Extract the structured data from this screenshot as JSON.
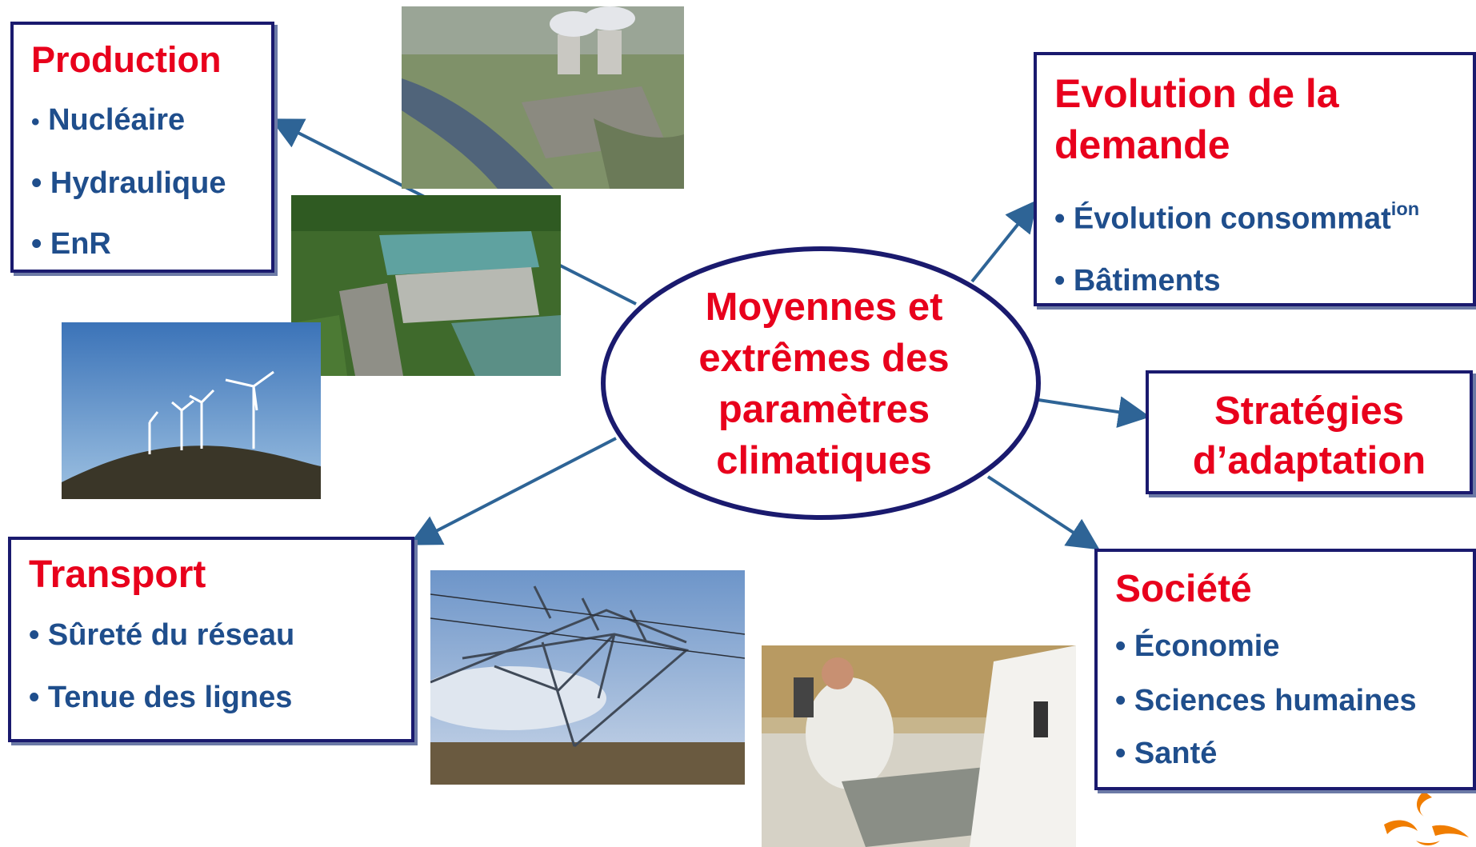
{
  "center": {
    "lines": [
      "Moyennes et",
      "extrêmes des",
      "paramètres",
      "climatiques"
    ]
  },
  "production": {
    "title": "Production",
    "items": [
      "Nucléaire",
      "Hydraulique",
      "EnR"
    ]
  },
  "demande": {
    "title_lines": [
      "Evolution de la",
      "demande"
    ],
    "items": [
      {
        "main": "Évolution consommat",
        "sup": "ion"
      },
      {
        "main": "Bâtiments"
      }
    ]
  },
  "strategies": {
    "lines": [
      "Stratégies",
      "d’adaptation"
    ]
  },
  "transport": {
    "title": "Transport",
    "items": [
      "Sûreté du réseau",
      "Tenue des lignes"
    ]
  },
  "societe": {
    "title": "Société",
    "items": [
      "Économie",
      "Sciences humaines",
      "Santé"
    ]
  },
  "bullet_char": "•",
  "colors": {
    "title": "#e8001c",
    "bullet": "#1f4e8c",
    "border": "#1a1a6e",
    "arrow": "#2e6496",
    "logo": "#f07d00"
  },
  "icons": [
    "nuclear-plant-photo",
    "hydro-dam-photo",
    "wind-turbines-photo",
    "power-pylon-photo",
    "laboratory-photo",
    "edf-logo"
  ]
}
